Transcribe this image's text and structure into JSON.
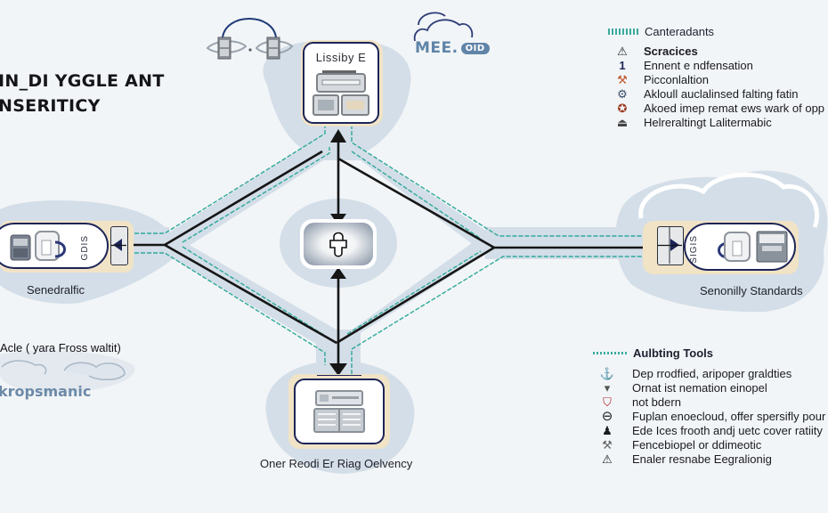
{
  "title": {
    "line1": "IN_DI YGGLE ANT",
    "line2": "NSERITICY"
  },
  "colors": {
    "background": "#f2f5f7",
    "blob": "#cfdbe5",
    "node_border": "#1c2458",
    "connector": "#1a1a1a",
    "dashed_trace": "#2fa99a",
    "node_glow": "#f1e3c6"
  },
  "nodes": {
    "top": {
      "title": "Lissiby E",
      "icon": "server-rack-icon"
    },
    "center": {
      "icon": "padlock-icon"
    },
    "left": {
      "label": "Senedralfic",
      "side_text": "GDIS",
      "icon": "lock-device-icon"
    },
    "right": {
      "label": "Senonilly Standards",
      "side_text": "SIGIS",
      "icon": "lock-device-icon"
    },
    "bottom": {
      "label": "Oner Reodi Er Riag Oelvency",
      "icon": "database-panel-icon"
    }
  },
  "top_decor": {
    "devices_icon": "linked-devices-icon",
    "brand_text": "MEE.",
    "brand_badge": "OID"
  },
  "left_caption": {
    "line1": "Acle ( yara Fross waltit)",
    "line2": "kropsmanic"
  },
  "legend_top": {
    "heading": "Canteradants",
    "items": [
      {
        "icon": "warning-triangle-icon",
        "glyph": "⚠",
        "label": "Scracices",
        "bold": true
      },
      {
        "icon": "number-one-icon",
        "glyph": "1",
        "label": "Ennent e ndfensation"
      },
      {
        "icon": "tool-icon",
        "glyph": "⚒",
        "label": "Picconlaltion"
      },
      {
        "icon": "gear-stack-icon",
        "glyph": "⚙",
        "label": "Akloull auclalinsed falting fatin"
      },
      {
        "icon": "badge-icon",
        "glyph": "✪",
        "label": "Akoed imep remat ews wark of opp"
      },
      {
        "icon": "triangle-base-icon",
        "glyph": "⏏",
        "label": "Helreraltingt Lalitermabic"
      }
    ]
  },
  "legend_bottom": {
    "heading": "Aulbting Tools",
    "items": [
      {
        "icon": "ship-icon",
        "glyph": "⚓",
        "label": "Dep rrodfied, aripoper graldties"
      },
      {
        "icon": "down-arrow-icon",
        "glyph": "▾",
        "label": "Ornat ist nemation einopel"
      },
      {
        "icon": "shield-badge-icon",
        "glyph": "⛉",
        "label": "not bdern"
      },
      {
        "icon": "minus-circle-icon",
        "glyph": "⊖",
        "label": "Fuplan enoecloud, offer spersifly pour b"
      },
      {
        "icon": "person-stand-icon",
        "glyph": "♟",
        "label": "Ede Ices frooth andj uetc cover ratiity"
      },
      {
        "icon": "wrench-icon",
        "glyph": "⚒",
        "label": "Fencebiopel or ddimeotic"
      },
      {
        "icon": "warning-triangle-icon",
        "glyph": "⚠",
        "label": "Enaler resnabe Eegralionig"
      }
    ]
  }
}
